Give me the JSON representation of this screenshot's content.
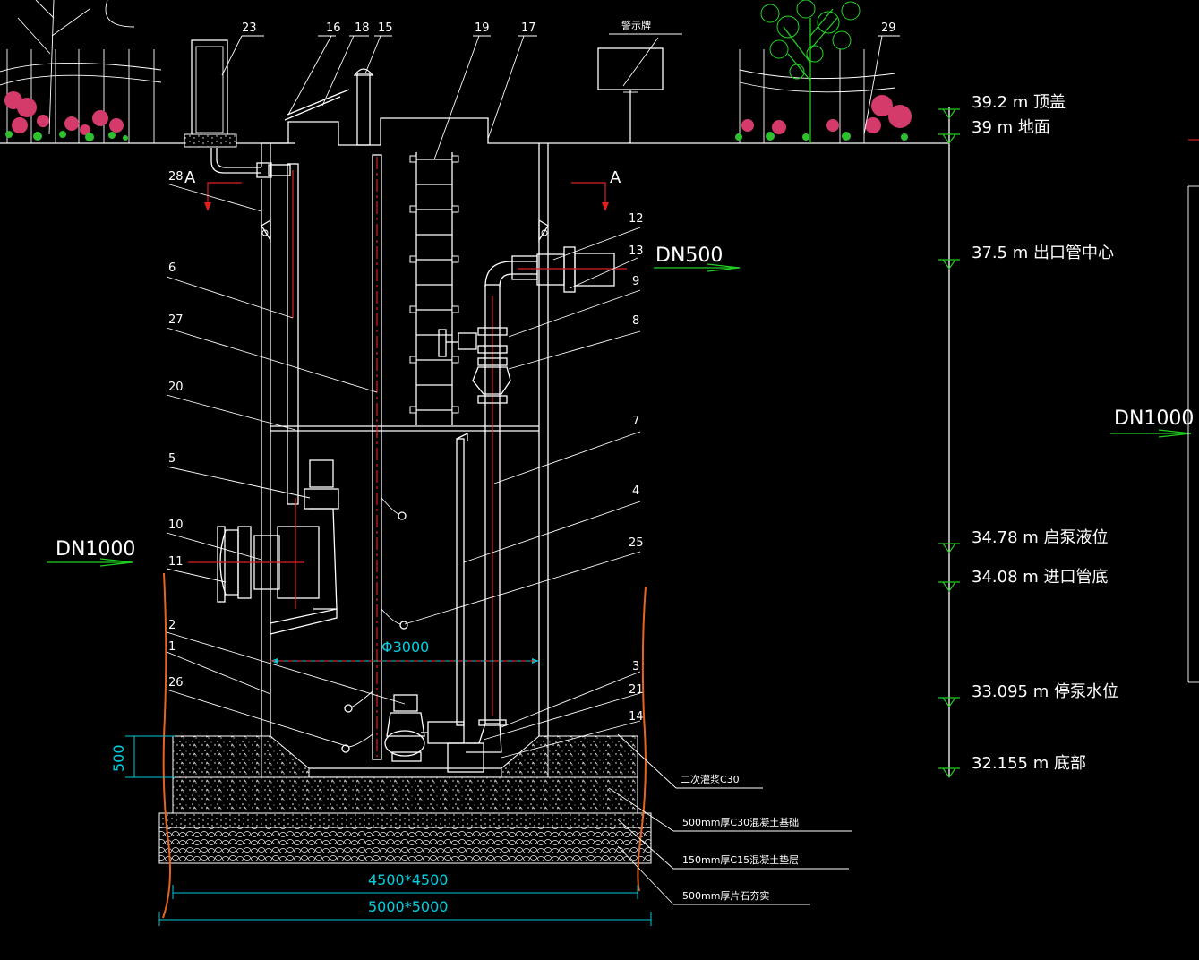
{
  "part_numbers": {
    "n23": "23",
    "n16": "16",
    "n18": "18",
    "n15": "15",
    "n19": "19",
    "n17": "17",
    "n29": "29",
    "n28": "28",
    "n12": "12",
    "n13": "13",
    "n9": "9",
    "n8": "8",
    "n7": "7",
    "n6": "6",
    "n27": "27",
    "n20": "20",
    "n5": "5",
    "n10": "10",
    "n11": "11",
    "n4": "4",
    "n25": "25",
    "n2": "2",
    "n1": "1",
    "n26": "26",
    "n3": "3",
    "n21": "21",
    "n14": "14"
  },
  "section_marks": {
    "left": "A",
    "right": "A"
  },
  "sign_label": "警示牌",
  "elevations": [
    {
      "text": "39.2  m 顶盖"
    },
    {
      "text": "39  m 地面"
    },
    {
      "text": "37.5  m 出口管中心"
    },
    {
      "text": "34.78  m 启泵液位"
    },
    {
      "text": "34.08  m 进口管底"
    },
    {
      "text": "33.095  m 停泵水位"
    },
    {
      "text": "32.155  m 底部"
    }
  ],
  "pipes": {
    "outlet": "DN500",
    "inlet": "DN1000",
    "right_inlet": "DN1000"
  },
  "dimensions": {
    "diameter": "Φ3000",
    "depth": "500",
    "base_inner": "4500*4500",
    "base_outer": "5000*5000"
  },
  "layers": {
    "grout": "二次灌浆C30",
    "foundation": "500mm厚C30混凝土基础",
    "cushion": "150mm厚C15混凝土垫层",
    "gravel": "500mm厚片石夯实"
  },
  "colors": {
    "background": "#000000",
    "lines": "#ffffff",
    "accent_red": "#e02020",
    "green": "#22cc22",
    "orange": "#e8641e",
    "cyan": "#00c8d8"
  }
}
